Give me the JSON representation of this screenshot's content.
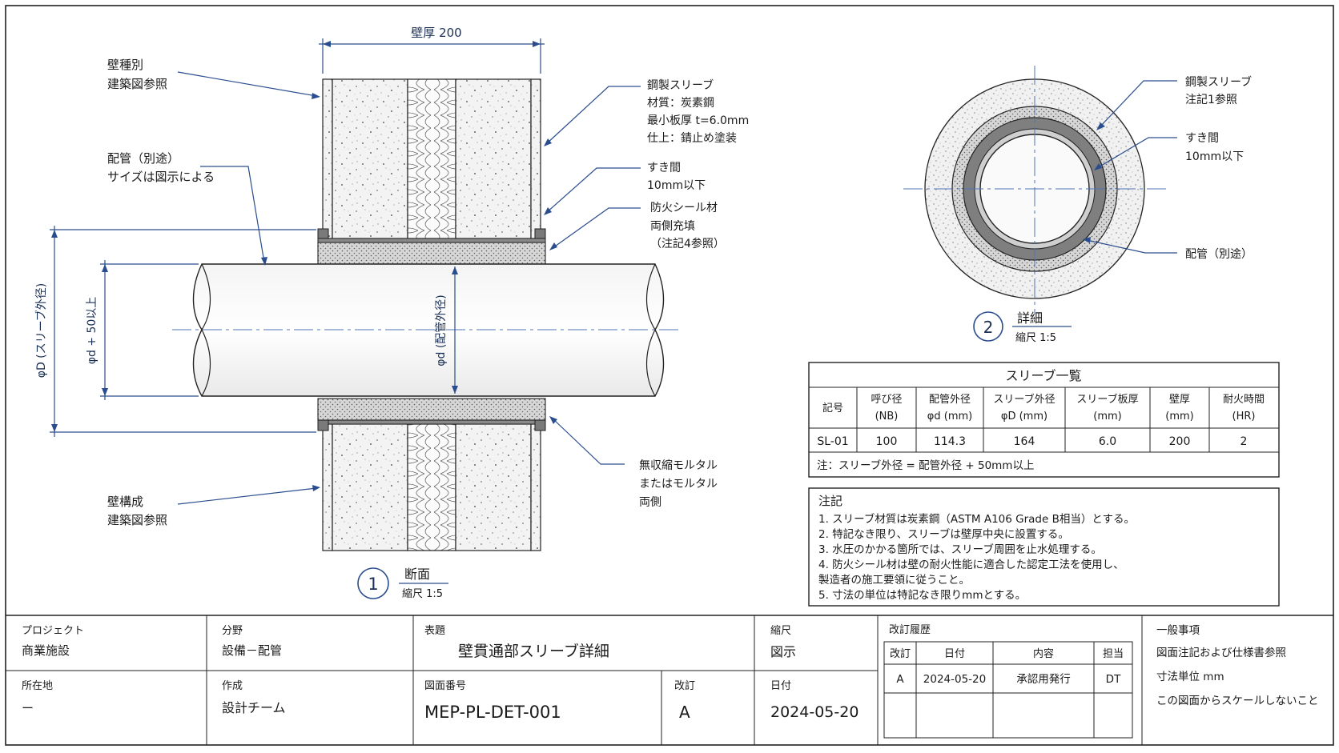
{
  "colors": {
    "line": "#1f1f1f",
    "leader": "#2a4d8f",
    "center": "#4f74b8",
    "sleeve": "#8a8a8a",
    "concrete": "#f1f1f1"
  },
  "section": {
    "wall_thickness": "壁厚 200",
    "wall_type": [
      "壁種別",
      "建築図参照"
    ],
    "pipe": [
      "配管（別途）",
      "サイズは図示による"
    ],
    "sleeve": [
      "鋼製スリーブ",
      "材質：炭素鋼",
      "最小板厚 t=6.0mm",
      "仕上：錆止め塗装"
    ],
    "gap": [
      "すき間",
      "10mm以下"
    ],
    "fire_seal": [
      "防火シール材",
      "両側充填",
      "（注記4参照）"
    ],
    "mortar": [
      "無収縮モルタル",
      "またはモルタル",
      "両側"
    ],
    "wall_comp": [
      "壁構成",
      "建築図参照"
    ],
    "dim_outer": "φD (スリーブ外径)",
    "dim_inner": "φd + 50以上",
    "dim_pipe": "φd (配管外径)",
    "view_no": "1",
    "view_title": "断面",
    "view_scale": "縮尺 1:5"
  },
  "detail": {
    "sleeve": [
      "鋼製スリーブ",
      "注記1参照"
    ],
    "gap": [
      "すき間",
      "10mm以下"
    ],
    "pipe": "配管（別途）",
    "view_no": "2",
    "view_title": "詳細",
    "view_scale": "縮尺 1:5"
  },
  "schedule": {
    "title": "スリーブ一覧",
    "headers": [
      [
        "記号"
      ],
      [
        "呼び径",
        "(NB)"
      ],
      [
        "配管外径",
        "φd (mm)"
      ],
      [
        "スリーブ外径",
        "φD (mm)"
      ],
      [
        "スリーブ板厚",
        "(mm)"
      ],
      [
        "壁厚",
        "(mm)"
      ],
      [
        "耐火時間",
        "(HR)"
      ]
    ],
    "rows": [
      [
        "SL-01",
        "100",
        "114.3",
        "164",
        "6.0",
        "200",
        "2"
      ]
    ],
    "note": "注：スリーブ外径 = 配管外径 + 50mm以上"
  },
  "notes": {
    "title": "注記",
    "items": [
      "1.  スリーブ材質は炭素鋼（ASTM A106 Grade B相当）とする。",
      "2.  特記なき限り、スリーブは壁厚中央に設置する。",
      "3.  水圧のかかる箇所では、スリーブ周囲を止水処理する。",
      "4.  防火シール材は壁の耐火性能に適合した認定工法を使用し、",
      "     製造者の施工要領に従うこと。",
      "5.  寸法の単位は特記なき限りmmとする。"
    ]
  },
  "title_block": {
    "project_label": "プロジェクト",
    "project": "商業施設",
    "field_label": "分野",
    "field": "設備－配管",
    "title_label": "表題",
    "title": "壁貫通部スリーブ詳細",
    "scale_label": "縮尺",
    "scale": "図示",
    "location_label": "所在地",
    "location": "ー",
    "author_label": "作成",
    "author": "設計チーム",
    "drawing_no_label": "図面番号",
    "drawing_no": "MEP-PL-DET-001",
    "rev_label": "改訂",
    "rev": "A",
    "date_label": "日付",
    "date": "2024-05-20",
    "rev_history": {
      "title": "改訂履歴",
      "headers": [
        "改訂",
        "日付",
        "内容",
        "担当"
      ],
      "rows": [
        [
          "A",
          "2024-05-20",
          "承認用発行",
          "DT"
        ]
      ]
    },
    "general": {
      "title": "一般事項",
      "items": [
        "図面注記および仕様書参照",
        "寸法単位 mm",
        "この図面からスケールしないこと"
      ]
    }
  }
}
